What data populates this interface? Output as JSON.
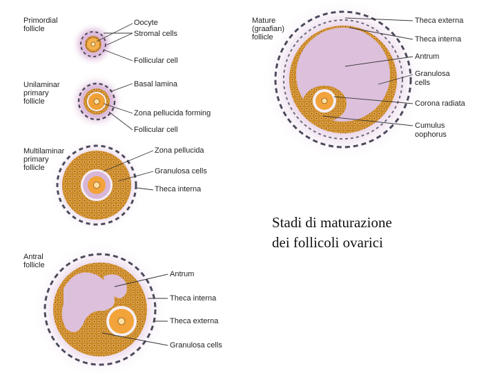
{
  "colors": {
    "glow": "#e8cce6",
    "granulosa": "#c8892a",
    "granulosa_dark": "#7a4a1a",
    "antrum": "#dcc0dc",
    "oocyte": "#f2a33a",
    "zona": "#f3eef3",
    "theca": "#5a5a6a",
    "leader": "#333333"
  },
  "stages": {
    "primordial": "Primordial\nfollicle",
    "unilaminar": "Unilaminar\nprimary\nfollicle",
    "multilaminar": "Multilaminar\nprimary\nfollicle",
    "antral": "Antral\nfollicle",
    "mature": "Mature\n(graafian)\nfollicle"
  },
  "labels": {
    "primordial": [
      "Oocyte",
      "Stromal cells",
      "Follicular cell"
    ],
    "unilaminar": [
      "Basal lamina",
      "Zona pellucida forming",
      "Follicular cell"
    ],
    "multilaminar": [
      "Zona pellucida",
      "Granulosa cells",
      "Theca interna"
    ],
    "antral": [
      "Antrum",
      "Theca interna",
      "Theca externa",
      "Granulosa cells"
    ],
    "mature": [
      "Theca externa",
      "Theca interna",
      "Antrum",
      "Granulosa\ncells",
      "Corona radiata",
      "Cumulus\noophorus"
    ]
  },
  "caption": [
    "Stadi di maturazione",
    "dei follicoli ovarici"
  ]
}
